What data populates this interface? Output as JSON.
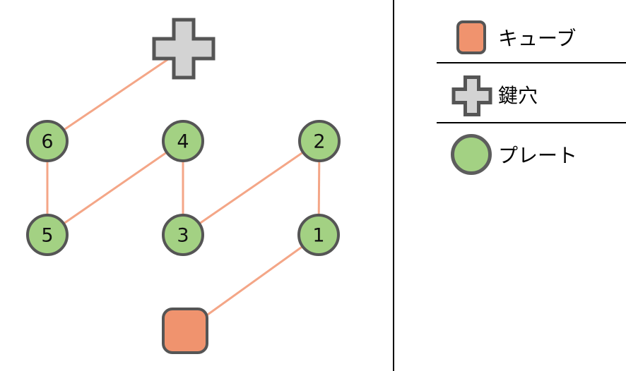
{
  "legend": {
    "items": [
      {
        "id": "cube",
        "label": "キューブ"
      },
      {
        "id": "keyhole",
        "label": "鍵穴"
      },
      {
        "id": "plate",
        "label": "プレート"
      }
    ]
  },
  "graph": {
    "plate_labels": [
      "1",
      "2",
      "3",
      "4",
      "5",
      "6"
    ],
    "edges": [
      [
        "keyhole",
        "plate-6"
      ],
      [
        "plate-6",
        "plate-5"
      ],
      [
        "plate-5",
        "plate-4"
      ],
      [
        "plate-4",
        "plate-3"
      ],
      [
        "plate-3",
        "plate-2"
      ],
      [
        "plate-2",
        "plate-1"
      ],
      [
        "plate-1",
        "cube"
      ]
    ]
  },
  "colors": {
    "plate_fill": "#a3d183",
    "cube_fill": "#f0936e",
    "keyhole_fill": "#d3d3d3",
    "shape_outline": "#555555",
    "edge_line": "#f4a687",
    "divider": "#000000",
    "text": "#000000"
  }
}
